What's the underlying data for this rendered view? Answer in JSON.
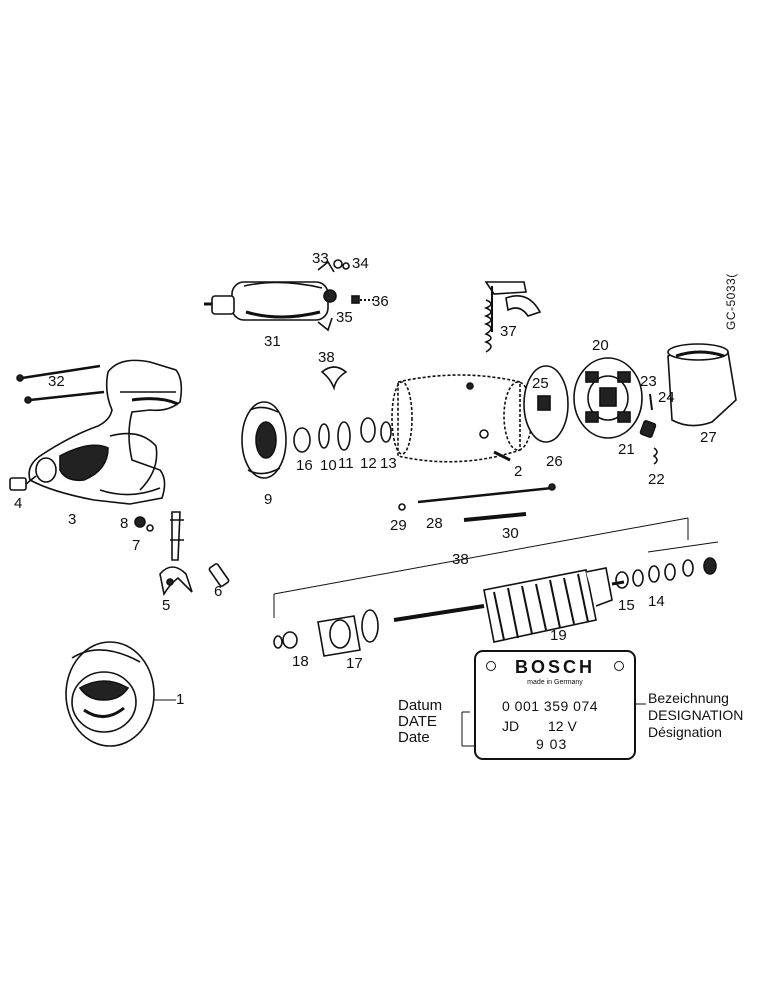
{
  "diagram": {
    "reference_code": "GC-5033(",
    "callouts": [
      "1",
      "2",
      "3",
      "4",
      "5",
      "6",
      "7",
      "8",
      "9",
      "10",
      "11",
      "12",
      "13",
      "14",
      "15",
      "16",
      "17",
      "18",
      "19",
      "20",
      "21",
      "22",
      "23",
      "24",
      "25",
      "26",
      "27",
      "28",
      "29",
      "30",
      "31",
      "32",
      "33",
      "34",
      "35",
      "36",
      "37",
      "38"
    ]
  },
  "nameplate": {
    "brand": "BOSCH",
    "origin": "made in Germany",
    "part_number": "0 001 359 074",
    "code": "JD",
    "voltage": "12 V",
    "date_code": "9 03"
  },
  "legend": {
    "date_labels": [
      "Datum",
      "DATE",
      "Date"
    ],
    "designation_labels": [
      "Bezeichnung",
      "DESIGNATION",
      "Désignation"
    ]
  }
}
